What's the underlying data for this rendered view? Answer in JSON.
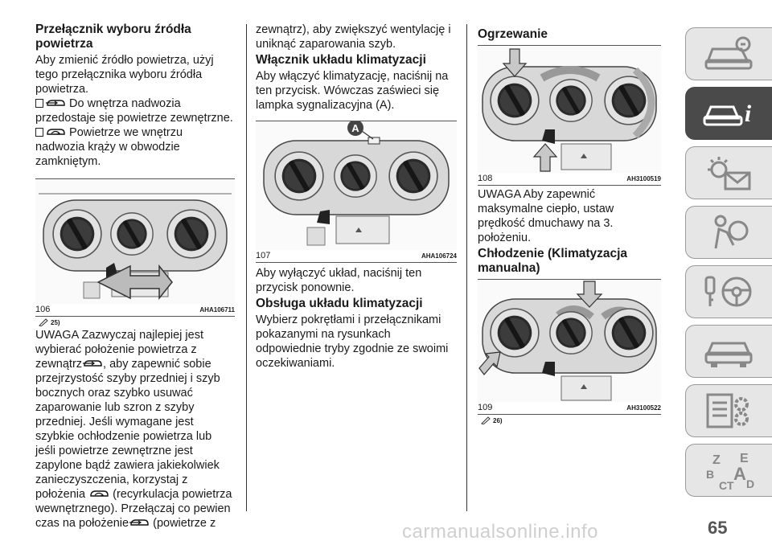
{
  "col1": {
    "heading": "Przełącznik wyboru źródła powietrza",
    "intro": "Aby zmienić źródło powietrza, użyj tego przełącznika wyboru źródła powietrza.",
    "item1_text": "Do wnętrza nadwozia przedostaje się powietrze zewnętrzne.",
    "item2_text": "Powietrze we wnętrzu nadwozia krąży w obwodzie zamkniętym.",
    "figure": {
      "number": "106",
      "code": "AHA106711"
    },
    "note_ref": "25)",
    "warning_parts": [
      "UWAGA Zazwyczaj najlepiej jest wybierać położenie powietrza z zewnątrz",
      ", aby zapewnić sobie przejrzystość szyby przedniej i szyb bocznych oraz szybko usuwać zaparowanie lub szron z szyby przedniej. Jeśli wymagane jest szybkie ochłodzenie powietrza lub jeśli powietrze zewnętrzne jest zapylone bądź zawiera jakiekolwiek zanieczyszczenia, korzystaj z położenia",
      "(recyrkulacja powietrza wewnętrznego). Przełączaj co pewien czas na położenie",
      "(powietrze z"
    ]
  },
  "col2": {
    "continued": "zewnątrz), aby zwiększyć wentylację i uniknąć zaparowania szyb.",
    "heading1": "Włącznik układu klimatyzacji",
    "para1": "Aby włączyć klimatyzację, naciśnij na ten przycisk. Wówczas zaświeci się lampka sygnalizacyjna (A).",
    "figure": {
      "number": "107",
      "code": "AHA106724",
      "callout": "A"
    },
    "para2": "Aby wyłączyć układ, naciśnij ten przycisk ponownie.",
    "heading2": "Obsługa układu klimatyzacji",
    "para3": "Wybierz pokrętłami i przełącznikami pokazanymi na rysunkach odpowiednie tryby zgodnie ze swoimi oczekiwaniami."
  },
  "col3": {
    "heading1": "Ogrzewanie",
    "figure1": {
      "number": "108",
      "code": "AH3100519"
    },
    "para1": "UWAGA Aby zapewnić maksymalne ciepło, ustaw prędkość dmuchawy na 3. położeniu.",
    "heading2": "Chłodzenie (Klimatyzacja manualna)",
    "figure2": {
      "number": "109",
      "code": "AH3100522"
    },
    "note_ref": "26)"
  },
  "tabs": [
    {
      "icon": "car-dashboard-icon",
      "active": false
    },
    {
      "icon": "car-info-icon",
      "active": true
    },
    {
      "icon": "warning-lights-icon",
      "active": false
    },
    {
      "icon": "airbag-safety-icon",
      "active": false
    },
    {
      "icon": "key-steering-wheel-icon",
      "active": false
    },
    {
      "icon": "car-emergency-icon",
      "active": false
    },
    {
      "icon": "maintenance-list-icon",
      "active": false
    },
    {
      "icon": "alphabetical-index-icon",
      "active": false
    }
  ],
  "tab_letters": [
    "Z",
    "E",
    "B",
    "A",
    "C",
    "T",
    "D"
  ],
  "page_number": "65",
  "watermark": "carmanualsonline.info"
}
